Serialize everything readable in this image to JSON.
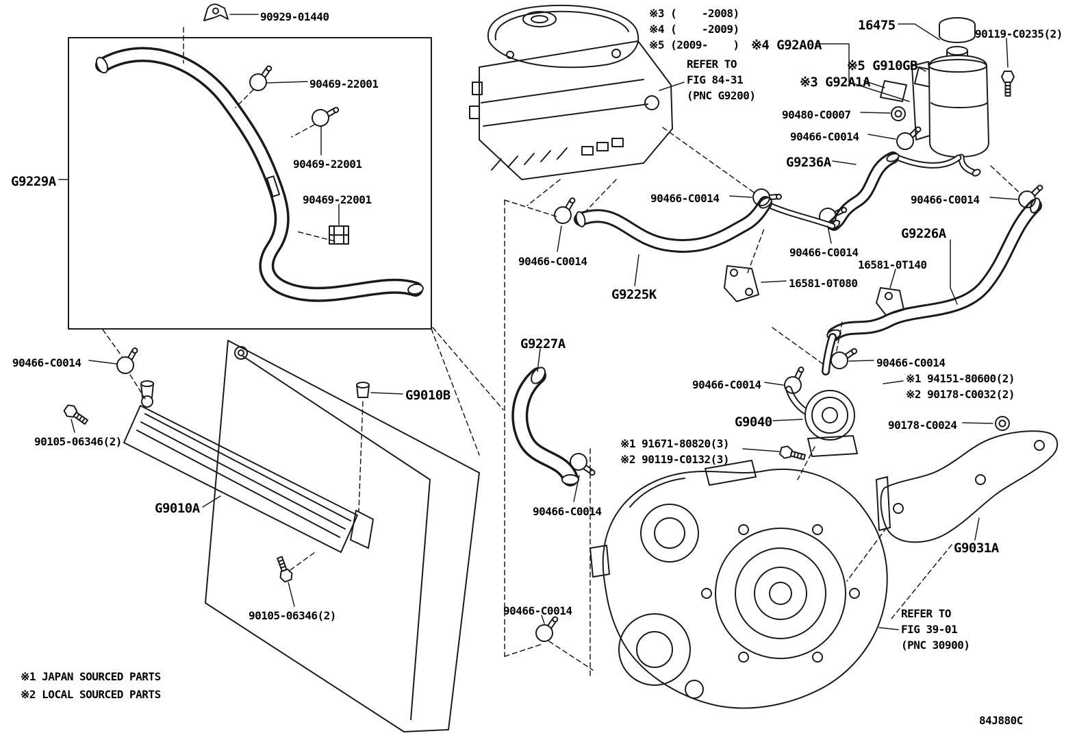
{
  "labels": [
    {
      "text": "90929-01440"
    },
    {
      "text": "90469-22001"
    },
    {
      "text": "90469-22001"
    },
    {
      "text": "90469-22001"
    },
    {
      "text": "G9229A"
    },
    {
      "text": "90466-C0014"
    },
    {
      "text": "90105-06346(2)"
    },
    {
      "text": "G9010B"
    },
    {
      "text": "G9010A"
    },
    {
      "text": "90105-06346(2)"
    },
    {
      "text": "※3 (    -2008)\n※4 (    -2009)\n※5 (2009-    )"
    },
    {
      "text": "REFER TO\nFIG 84-31\n(PNC G9200)"
    },
    {
      "text": "※4 G92A0A"
    },
    {
      "text": "16475"
    },
    {
      "text": "90119-C0235(2)"
    },
    {
      "text": "※5 G910GB"
    },
    {
      "text": "※3 G92A1A"
    },
    {
      "text": "90480-C0007"
    },
    {
      "text": "90466-C0014"
    },
    {
      "text": "G9236A"
    },
    {
      "text": "90466-C0014"
    },
    {
      "text": "90466-C0014"
    },
    {
      "text": "90466-C0014"
    },
    {
      "text": "G9226A"
    },
    {
      "text": "16581-0T140"
    },
    {
      "text": "90466-C0014"
    },
    {
      "text": "G9225K"
    },
    {
      "text": "16581-0T080"
    },
    {
      "text": "G9227A"
    },
    {
      "text": "90466-C0014"
    },
    {
      "text": "90466-C0014"
    },
    {
      "text": "※1 94151-80600(2)\n※2 90178-C0032(2)"
    },
    {
      "text": "G9040"
    },
    {
      "text": "90178-C0024"
    },
    {
      "text": "※1 91671-80820(3)\n※2 90119-C0132(3)"
    },
    {
      "text": "90466-C0014"
    },
    {
      "text": "G9031A"
    },
    {
      "text": "REFER TO\nFIG 39-01\n(PNC 30900)"
    },
    {
      "text": "90466-C0014"
    }
  ],
  "footnotes": {
    "f1": "※1 JAPAN SOURCED PARTS",
    "f2": "※2 LOCAL SOURCED PARTS"
  },
  "drawing_code": "84J880C"
}
